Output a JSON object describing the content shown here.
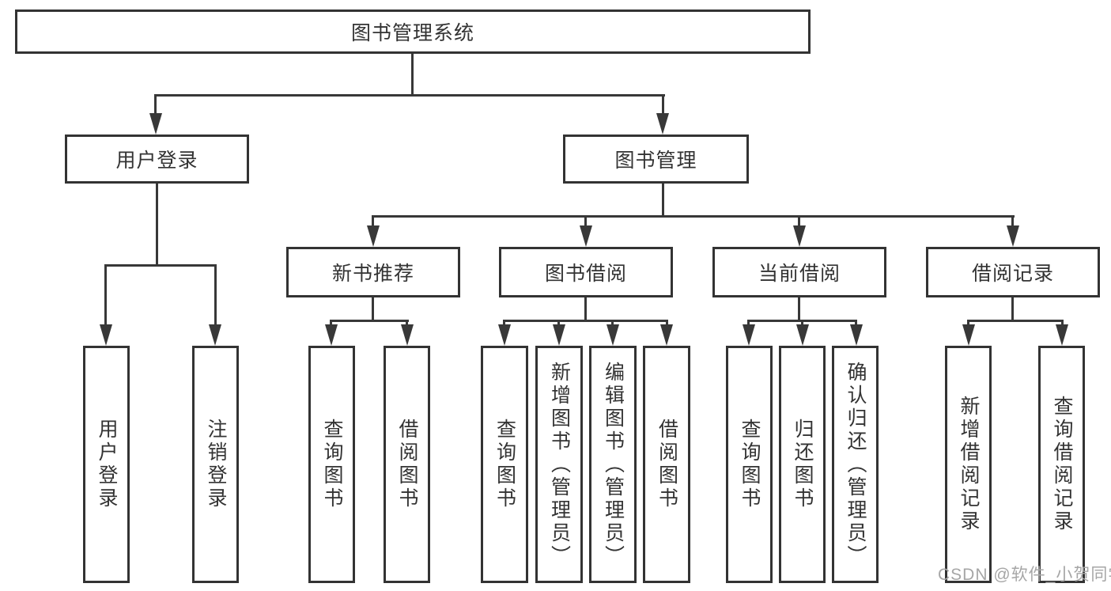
{
  "colors": {
    "background": "#ffffff",
    "box_border": "#333333",
    "connector": "#383838",
    "text": "#333333",
    "watermark_text": "#a6a6a6"
  },
  "diagram": {
    "root": {
      "label": "图书管理系统"
    },
    "level2": [
      {
        "label": "用户登录"
      },
      {
        "label": "图书管理"
      }
    ],
    "level3": [
      {
        "label": "新书推荐"
      },
      {
        "label": "图书借阅"
      },
      {
        "label": "当前借阅"
      },
      {
        "label": "借阅记录"
      }
    ],
    "leaves": {
      "user": [
        "用户登录",
        "注销登录"
      ],
      "recommend": [
        "查询图书",
        "借阅图书"
      ],
      "borrow": [
        "查询图书",
        "新增图书（管理员）",
        "编辑图书（管理员）",
        "借阅图书"
      ],
      "current": [
        "查询图书",
        "归还图书",
        "确认归还（管理员）"
      ],
      "records": [
        "新增借阅记录",
        "查询借阅记录"
      ]
    }
  },
  "watermark": {
    "text": "CSDN @软件_小贺同学"
  }
}
